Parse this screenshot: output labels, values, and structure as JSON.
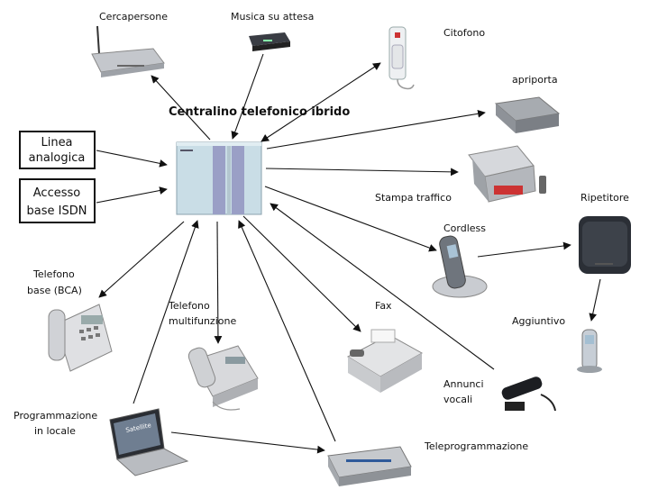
{
  "title": "Centralino telefonico ibrido",
  "inputs": {
    "analog_line": [
      "Linea",
      "analogica"
    ],
    "isdn": [
      "Accesso",
      "base ISDN"
    ]
  },
  "devices": {
    "pager": "Cercapersone",
    "music_on_hold": "Musica su attesa",
    "intercom": "Citofono",
    "door_opener": "apriporta",
    "traffic_printer": "Stampa traffico",
    "cordless": "Cordless",
    "repeater": "Ripetitore",
    "additional": "Aggiuntivo",
    "basic_phone": [
      "Telefono",
      "base (BCA)"
    ],
    "multifunction_phone": [
      "Telefono",
      "multifunzione"
    ],
    "fax": "Fax",
    "voice_announcements": [
      "Annunci",
      "vocali"
    ],
    "local_programming": [
      "Programmazione",
      "in locale"
    ],
    "remote_programming": "Teleprogrammazione"
  },
  "colors": {
    "line": "#111111",
    "pbx_body": "#c9dde6",
    "pbx_panel": "#9a9fc6",
    "device_gray": "#8a8f96",
    "device_dark": "#2b2f36"
  }
}
